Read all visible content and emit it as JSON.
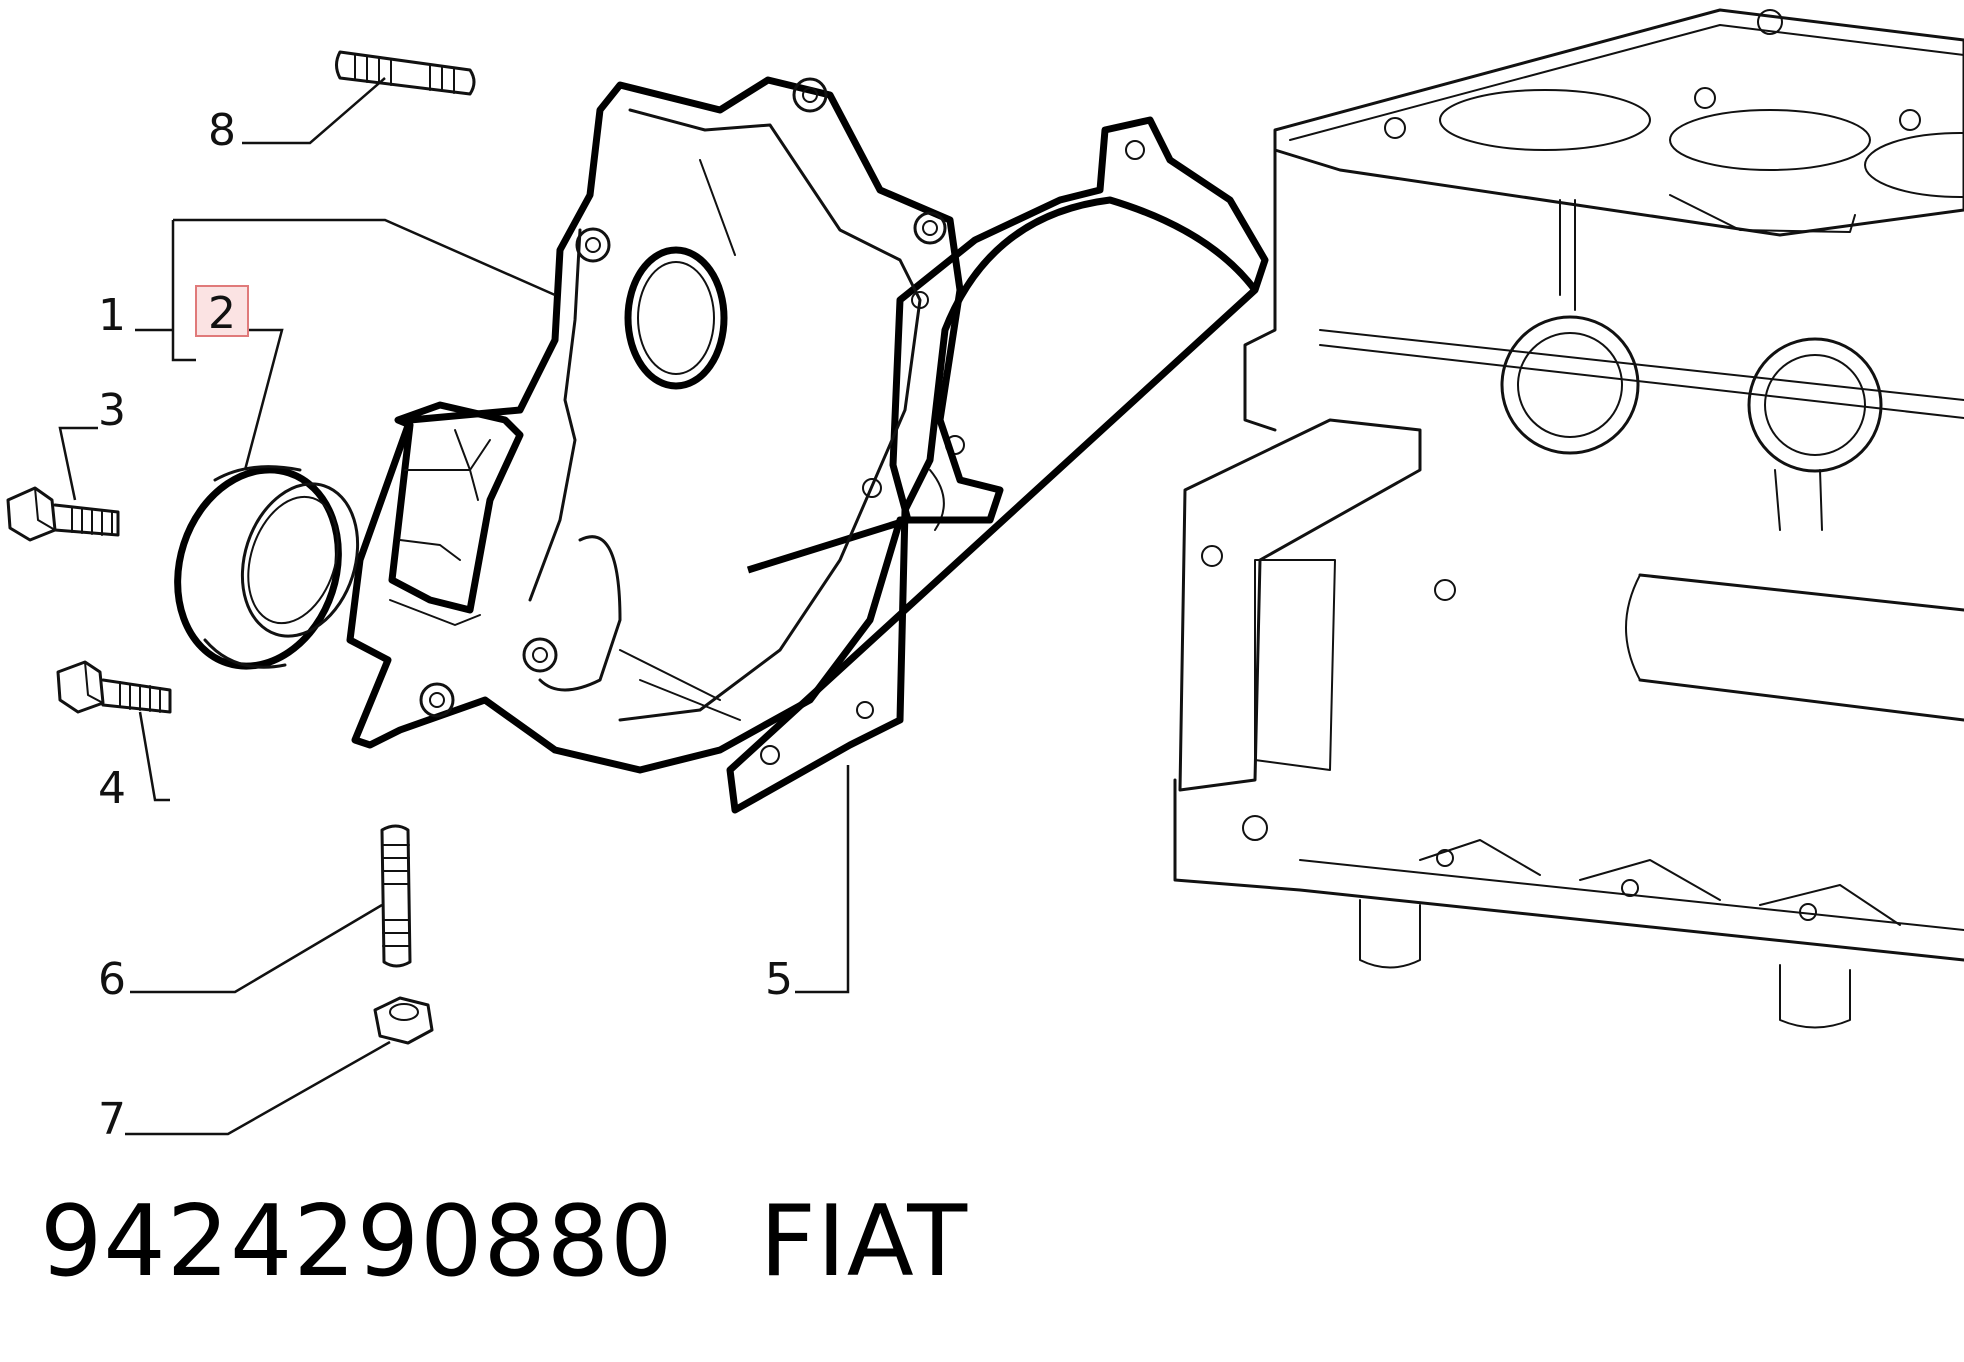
{
  "diagram": {
    "callouts": [
      {
        "id": "1",
        "label": "1"
      },
      {
        "id": "2",
        "label": "2",
        "highlighted": true
      },
      {
        "id": "3",
        "label": "3"
      },
      {
        "id": "4",
        "label": "4"
      },
      {
        "id": "5",
        "label": "5"
      },
      {
        "id": "6",
        "label": "6"
      },
      {
        "id": "7",
        "label": "7"
      },
      {
        "id": "8",
        "label": "8"
      }
    ],
    "highlight_color": "#e07a7a",
    "highlight_fill": "#fbe3e3"
  },
  "caption": {
    "part_number": "9424290880",
    "brand": "FIAT"
  }
}
